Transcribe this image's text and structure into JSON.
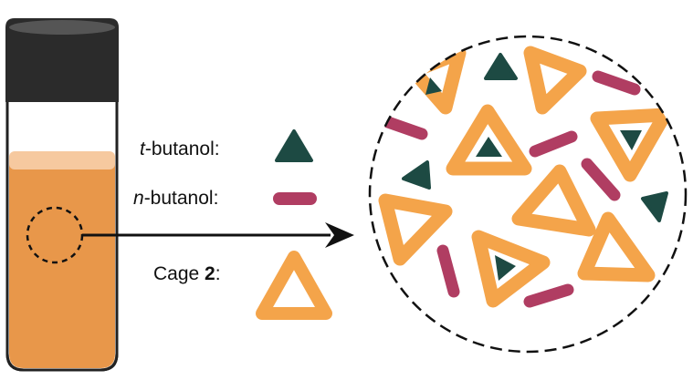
{
  "legend": {
    "t_butanol": {
      "prefix": "t",
      "suffix": "-butanol:"
    },
    "n_butanol": {
      "prefix": "n",
      "suffix": "-butanol:"
    },
    "cage": {
      "prefix": "Cage ",
      "number": "2",
      "suffix": ":"
    }
  },
  "colors": {
    "cage_orange": "#f4a44a",
    "t_butanol_teal": "#1d4a43",
    "n_butanol_magenta": "#b03d62",
    "vial_liquid": "#e8974a",
    "vial_cap": "#2b2b2b"
  }
}
